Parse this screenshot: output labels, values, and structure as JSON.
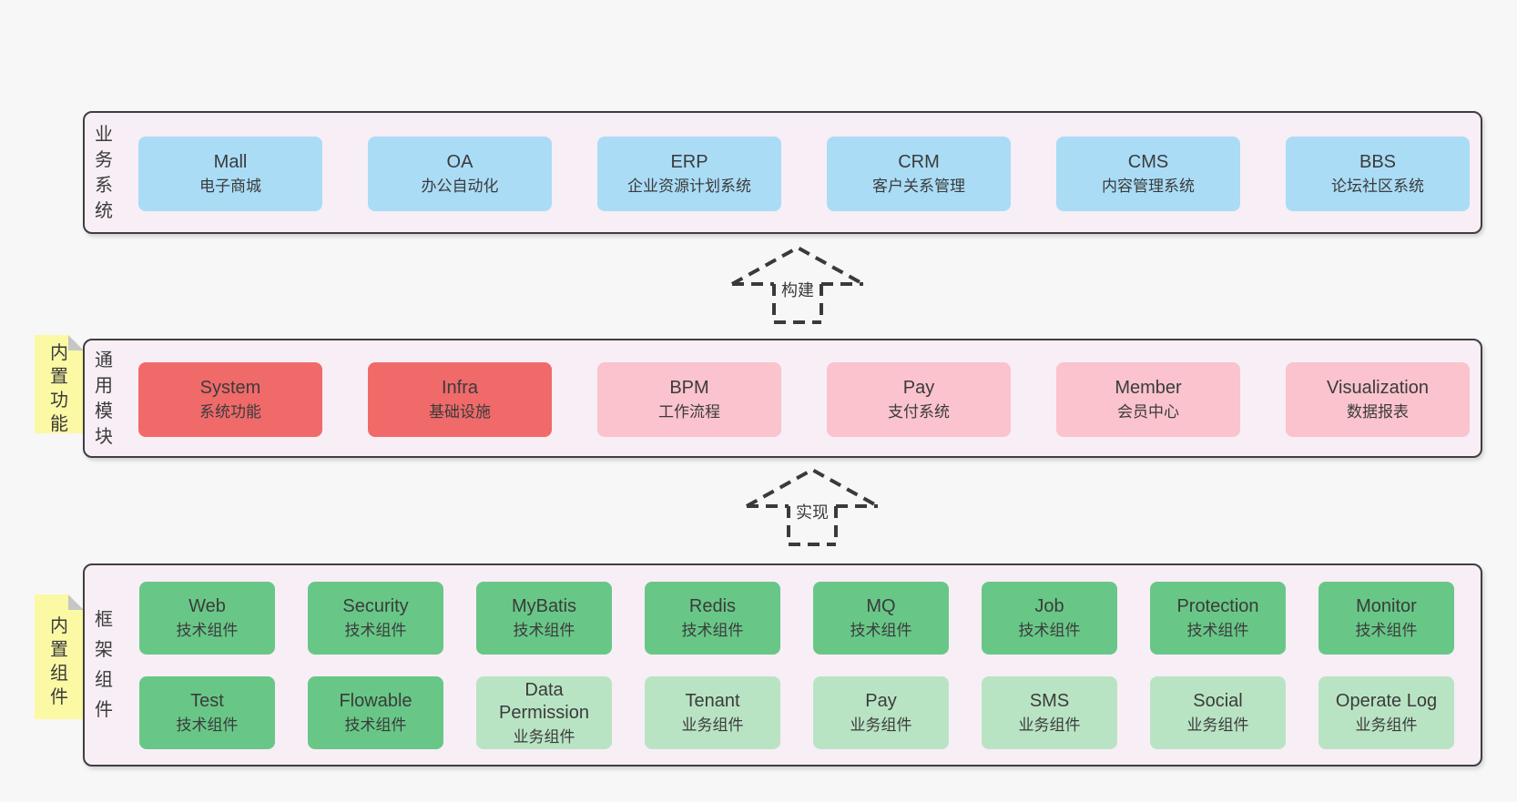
{
  "colors": {
    "page_bg": "#f7f7f7",
    "panel_bg": "#f8eef6",
    "panel_border": "#3f3f3f",
    "box_blue": "#aadcf6",
    "box_red": "#f06a6a",
    "box_pink": "#fac3cd",
    "box_green": "#68c787",
    "box_light_green": "#b9e4c4",
    "sticky_yellow": "#fbf9a4",
    "sticky_fold_gray": "#c6c6c6",
    "text": "#3b3b3b"
  },
  "sections": {
    "business": {
      "label": "业务系统",
      "boxes": [
        {
          "title": "Mall",
          "subtitle": "电子商城",
          "variant": "blue"
        },
        {
          "title": "OA",
          "subtitle": "办公自动化",
          "variant": "blue"
        },
        {
          "title": "ERP",
          "subtitle": "企业资源计划系统",
          "variant": "blue"
        },
        {
          "title": "CRM",
          "subtitle": "客户关系管理",
          "variant": "blue"
        },
        {
          "title": "CMS",
          "subtitle": "内容管理系统",
          "variant": "blue"
        },
        {
          "title": "BBS",
          "subtitle": "论坛社区系统",
          "variant": "blue"
        }
      ]
    },
    "modules": {
      "label": "通用模块",
      "boxes": [
        {
          "title": "System",
          "subtitle": "系统功能",
          "variant": "red"
        },
        {
          "title": "Infra",
          "subtitle": "基础设施",
          "variant": "red"
        },
        {
          "title": "BPM",
          "subtitle": "工作流程",
          "variant": "pink"
        },
        {
          "title": "Pay",
          "subtitle": "支付系统",
          "variant": "pink"
        },
        {
          "title": "Member",
          "subtitle": "会员中心",
          "variant": "pink"
        },
        {
          "title": "Visualization",
          "subtitle": "数据报表",
          "variant": "pink"
        }
      ]
    },
    "framework": {
      "label": "框架组件",
      "boxes": [
        {
          "title": "Web",
          "subtitle": "技术组件",
          "variant": "green"
        },
        {
          "title": "Security",
          "subtitle": "技术组件",
          "variant": "green"
        },
        {
          "title": "MyBatis",
          "subtitle": "技术组件",
          "variant": "green"
        },
        {
          "title": "Redis",
          "subtitle": "技术组件",
          "variant": "green"
        },
        {
          "title": "MQ",
          "subtitle": "技术组件",
          "variant": "green"
        },
        {
          "title": "Job",
          "subtitle": "技术组件",
          "variant": "green"
        },
        {
          "title": "Protection",
          "subtitle": "技术组件",
          "variant": "green"
        },
        {
          "title": "Monitor",
          "subtitle": "技术组件",
          "variant": "green"
        },
        {
          "title": "Test",
          "subtitle": "技术组件",
          "variant": "green"
        },
        {
          "title": "Flowable",
          "subtitle": "技术组件",
          "variant": "green"
        },
        {
          "title": "Data Permission",
          "subtitle": "业务组件",
          "variant": "lightgreen"
        },
        {
          "title": "Tenant",
          "subtitle": "业务组件",
          "variant": "lightgreen"
        },
        {
          "title": "Pay",
          "subtitle": "业务组件",
          "variant": "lightgreen"
        },
        {
          "title": "SMS",
          "subtitle": "业务组件",
          "variant": "lightgreen"
        },
        {
          "title": "Social",
          "subtitle": "业务组件",
          "variant": "lightgreen"
        },
        {
          "title": "Operate Log",
          "subtitle": "业务组件",
          "variant": "lightgreen"
        }
      ]
    }
  },
  "arrows": {
    "build": {
      "label": "构建"
    },
    "implement": {
      "label": "实现"
    }
  },
  "stickies": {
    "features": {
      "text": "内置功能"
    },
    "components": {
      "text": "内置组件"
    }
  }
}
